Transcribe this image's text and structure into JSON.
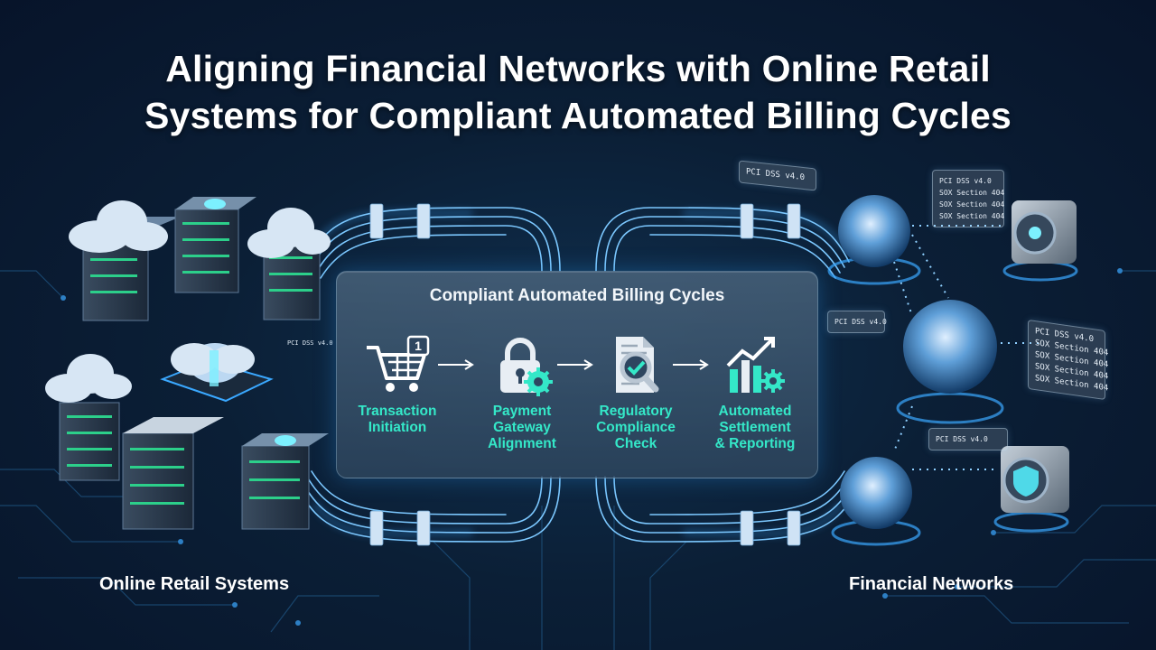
{
  "title": {
    "line1": "Aligning Financial Networks with Online Retail",
    "line2": "Systems for Compliant Automated Billing Cycles"
  },
  "panel": {
    "title": "Compliant Automated Billing Cycles",
    "steps": [
      {
        "label": "Transaction\nInitiation",
        "icon": "shopping-cart-icon",
        "badge": "1"
      },
      {
        "label": "Payment\nGateway\nAlignment",
        "icon": "padlock-gear-icon"
      },
      {
        "label": "Regulatory\nCompliance\nCheck",
        "icon": "document-magnifier-check-icon"
      },
      {
        "label": "Automated\nSettlement\n& Reporting",
        "icon": "bar-chart-gear-icon"
      }
    ]
  },
  "left_label": "Online Retail Systems",
  "right_label": "Financial Networks",
  "compliance_cards": {
    "left_small": [
      "PCI DSS v4.0",
      "",
      ""
    ],
    "top_left": [
      "PCI DSS v4.0",
      "",
      "",
      ""
    ],
    "top_right": [
      "PCI DSS v4.0",
      "SOX Section 404",
      "SOX Section 404",
      "SOX Section 404"
    ],
    "mid_left": [
      "PCI DSS v4.0",
      "",
      "",
      "",
      ""
    ],
    "mid_right": [
      "PCI DSS v4.0",
      "SOX Section 404",
      "SOX Section 404",
      "SOX Section 404",
      "SOX Section 404"
    ],
    "bottom": [
      "PCI DSS v4.0",
      "",
      "",
      ""
    ]
  },
  "colors": {
    "accent": "#34e8c8",
    "glow": "#3aa8ff",
    "background": "#0b1f36"
  }
}
